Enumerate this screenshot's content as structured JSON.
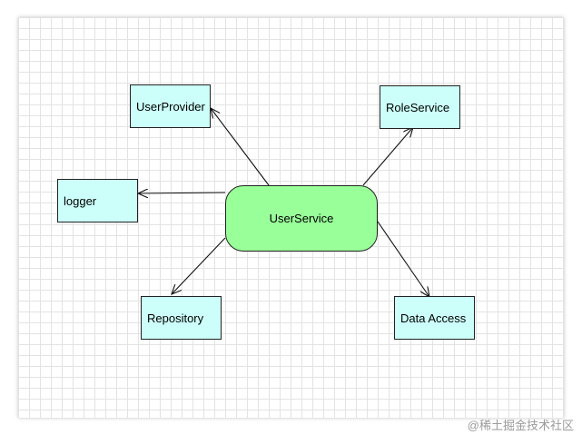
{
  "diagram": {
    "center": {
      "label": "UserService",
      "color": "#99ff99"
    },
    "box_color": "#ccfff9",
    "nodes": [
      {
        "id": "user-provider",
        "label": "UserProvider"
      },
      {
        "id": "role-service",
        "label": "RoleService"
      },
      {
        "id": "logger",
        "label": "logger"
      },
      {
        "id": "repository",
        "label": "Repository"
      },
      {
        "id": "data-access",
        "label": "Data Access"
      }
    ]
  },
  "watermark": "@稀土掘金技术社区"
}
